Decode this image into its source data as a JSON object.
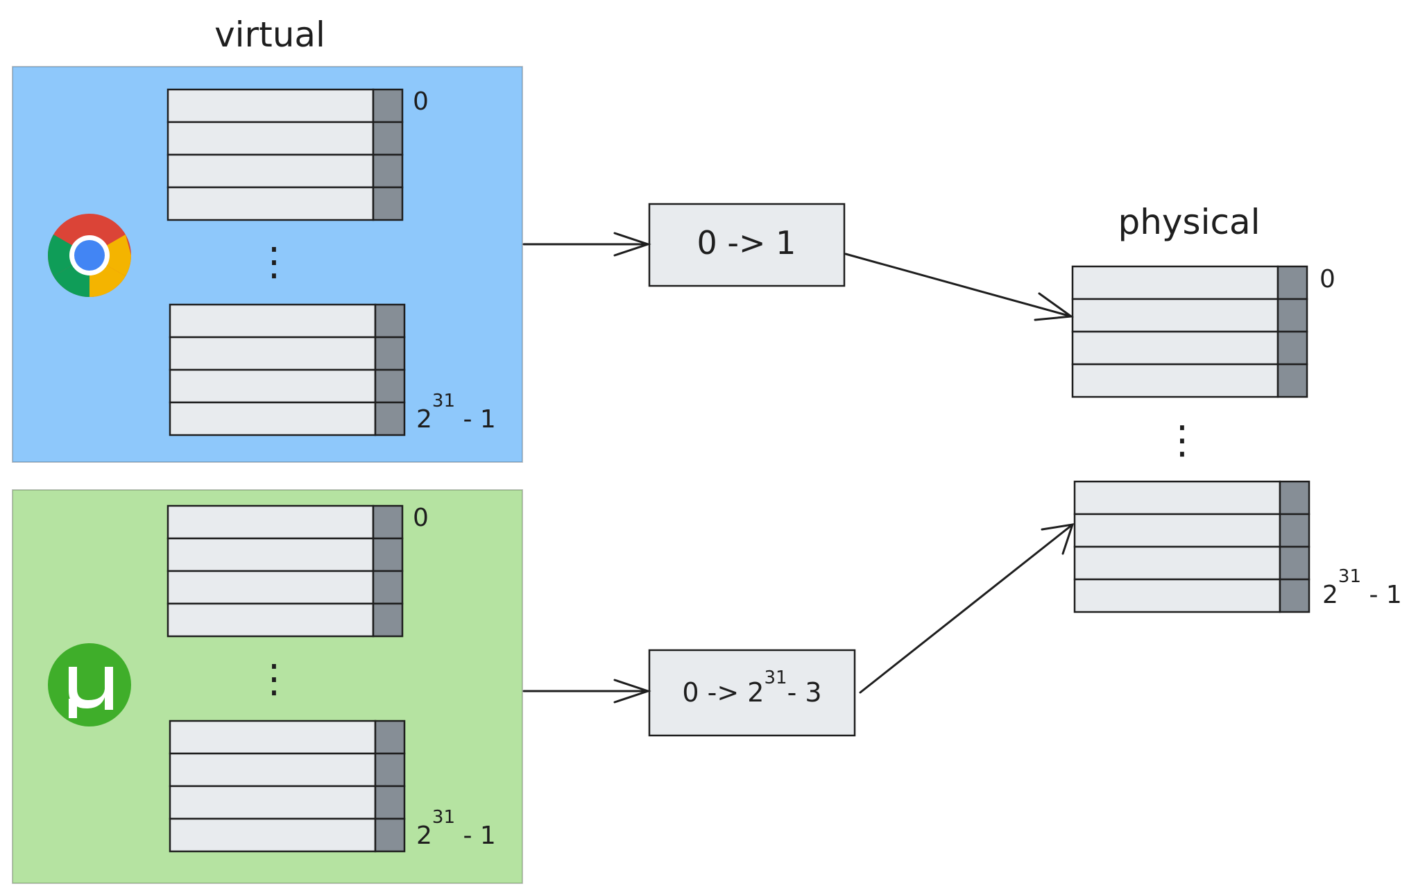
{
  "virtual_title": "virtual",
  "physical_title": "physical",
  "processes": [
    {
      "icon": "chrome-icon",
      "background": "#8ec8fb",
      "first_label": "0",
      "last_label_base": "2",
      "last_label_exp": "31",
      "last_label_tail": " - 1"
    },
    {
      "icon": "utorrent-icon",
      "background": "#b5e3a1",
      "first_label": "0",
      "last_label_base": "2",
      "last_label_exp": "31",
      "last_label_tail": " - 1"
    }
  ],
  "mappings": [
    {
      "text": "0 -> 1"
    },
    {
      "text_base": "0 -> 2",
      "text_exp": "31",
      "text_tail": "- 3"
    }
  ],
  "physical": {
    "first_label": "0",
    "last_label_base": "2",
    "last_label_exp": "31",
    "last_label_tail": " - 1"
  },
  "ellipsis": "⋮",
  "colors": {
    "row_fill": "#e8ebee",
    "row_tab": "#868e96",
    "stroke": "#1e1e1e",
    "chrome_red": "#db4437",
    "chrome_green": "#0f9d58",
    "chrome_yellow": "#f4b400",
    "chrome_blue": "#4285f4",
    "utorrent_green": "#3fae2a"
  }
}
